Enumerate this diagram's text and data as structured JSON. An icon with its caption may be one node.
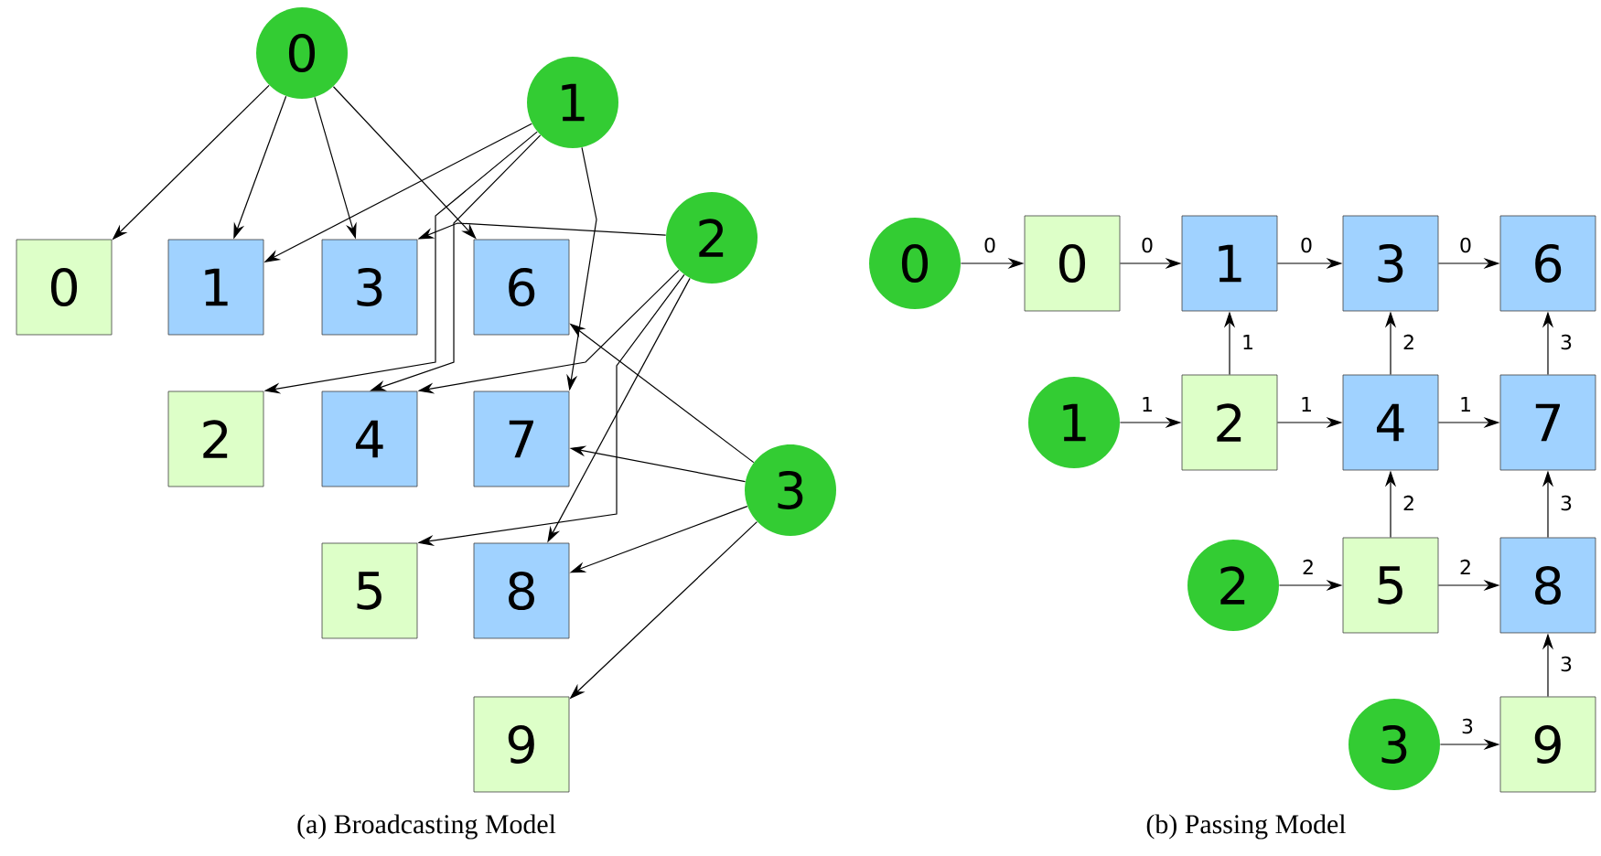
{
  "diagram": {
    "nodes": [
      {
        "text": [
          "0"
        ]
      },
      {
        "text": [
          "1"
        ]
      },
      {
        "text": [
          "2"
        ]
      },
      {
        "text": [
          "3"
        ]
      },
      {
        "text": [
          "0"
        ]
      },
      {
        "text": [
          "1"
        ]
      },
      {
        "text": [
          "2"
        ]
      },
      {
        "text": [
          "3"
        ]
      },
      {
        "text": [
          "4"
        ]
      },
      {
        "text": [
          "5"
        ]
      },
      {
        "text": [
          "6"
        ]
      },
      {
        "text": [
          "7"
        ]
      },
      {
        "text": [
          "8"
        ]
      },
      {
        "text": [
          "9"
        ]
      },
      {
        "text": [
          "0"
        ]
      },
      {
        "text": [
          "1"
        ]
      },
      {
        "text": [
          "2"
        ]
      },
      {
        "text": [
          "3"
        ]
      },
      {
        "text": [
          "0"
        ]
      },
      {
        "text": [
          "1"
        ]
      },
      {
        "text": [
          "2"
        ]
      },
      {
        "text": [
          "3"
        ]
      },
      {
        "text": [
          "4"
        ]
      },
      {
        "text": [
          "5"
        ]
      },
      {
        "text": [
          "6"
        ]
      },
      {
        "text": [
          "7"
        ]
      },
      {
        "text": [
          "8"
        ]
      },
      {
        "text": [
          "9"
        ]
      }
    ],
    "edges": [
      {
        "from": 0,
        "to": 4,
        "arrow": "to"
      },
      {
        "from": 0,
        "to": 5,
        "arrow": "to"
      },
      {
        "from": 0,
        "to": 7,
        "arrow": "to"
      },
      {
        "from": 0,
        "to": 10,
        "arrow": "to"
      },
      {
        "from": 1,
        "to": 5,
        "arrow": "to"
      },
      {
        "from": 1,
        "to": 6,
        "arrow": "to"
      },
      {
        "from": 1,
        "to": 8,
        "arrow": "to"
      },
      {
        "from": 1,
        "to": 11,
        "arrow": "to"
      },
      {
        "from": 2,
        "to": 7,
        "arrow": "to"
      },
      {
        "from": 2,
        "to": 8,
        "arrow": "to"
      },
      {
        "from": 2,
        "to": 9,
        "arrow": "to"
      },
      {
        "from": 2,
        "to": 12,
        "arrow": "to"
      },
      {
        "from": 3,
        "to": 10,
        "arrow": "to"
      },
      {
        "from": 3,
        "to": 11,
        "arrow": "to"
      },
      {
        "from": 3,
        "to": 12,
        "arrow": "to"
      },
      {
        "from": 3,
        "to": 13,
        "arrow": "to"
      },
      {
        "from": 14,
        "to": 18,
        "arrow": "to",
        "label": "0"
      },
      {
        "from": 18,
        "to": 19,
        "arrow": "to",
        "label": "0"
      },
      {
        "from": 19,
        "to": 21,
        "arrow": "to",
        "label": "0"
      },
      {
        "from": 21,
        "to": 24,
        "arrow": "to",
        "label": "0"
      },
      {
        "from": 15,
        "to": 20,
        "arrow": "to",
        "label": "1"
      },
      {
        "from": 20,
        "to": 19,
        "arrow": "to",
        "label": "1"
      },
      {
        "from": 20,
        "to": 22,
        "arrow": "to",
        "label": "1"
      },
      {
        "from": 22,
        "to": 25,
        "arrow": "to",
        "label": "1"
      },
      {
        "from": 16,
        "to": 23,
        "arrow": "to",
        "label": "2"
      },
      {
        "from": 23,
        "to": 22,
        "arrow": "to",
        "label": "2"
      },
      {
        "from": 22,
        "to": 21,
        "arrow": "to",
        "label": "2"
      },
      {
        "from": 23,
        "to": 26,
        "arrow": "to",
        "label": "2"
      },
      {
        "from": 17,
        "to": 27,
        "arrow": "to",
        "label": "3"
      },
      {
        "from": 27,
        "to": 26,
        "arrow": "to",
        "label": "3"
      },
      {
        "from": 26,
        "to": 25,
        "arrow": "to",
        "label": "3"
      },
      {
        "from": 25,
        "to": 24,
        "arrow": "to",
        "label": "3"
      }
    ],
    "labels": [
      "(a) Broadcasting Model",
      "(b) Passing Model"
    ]
  }
}
